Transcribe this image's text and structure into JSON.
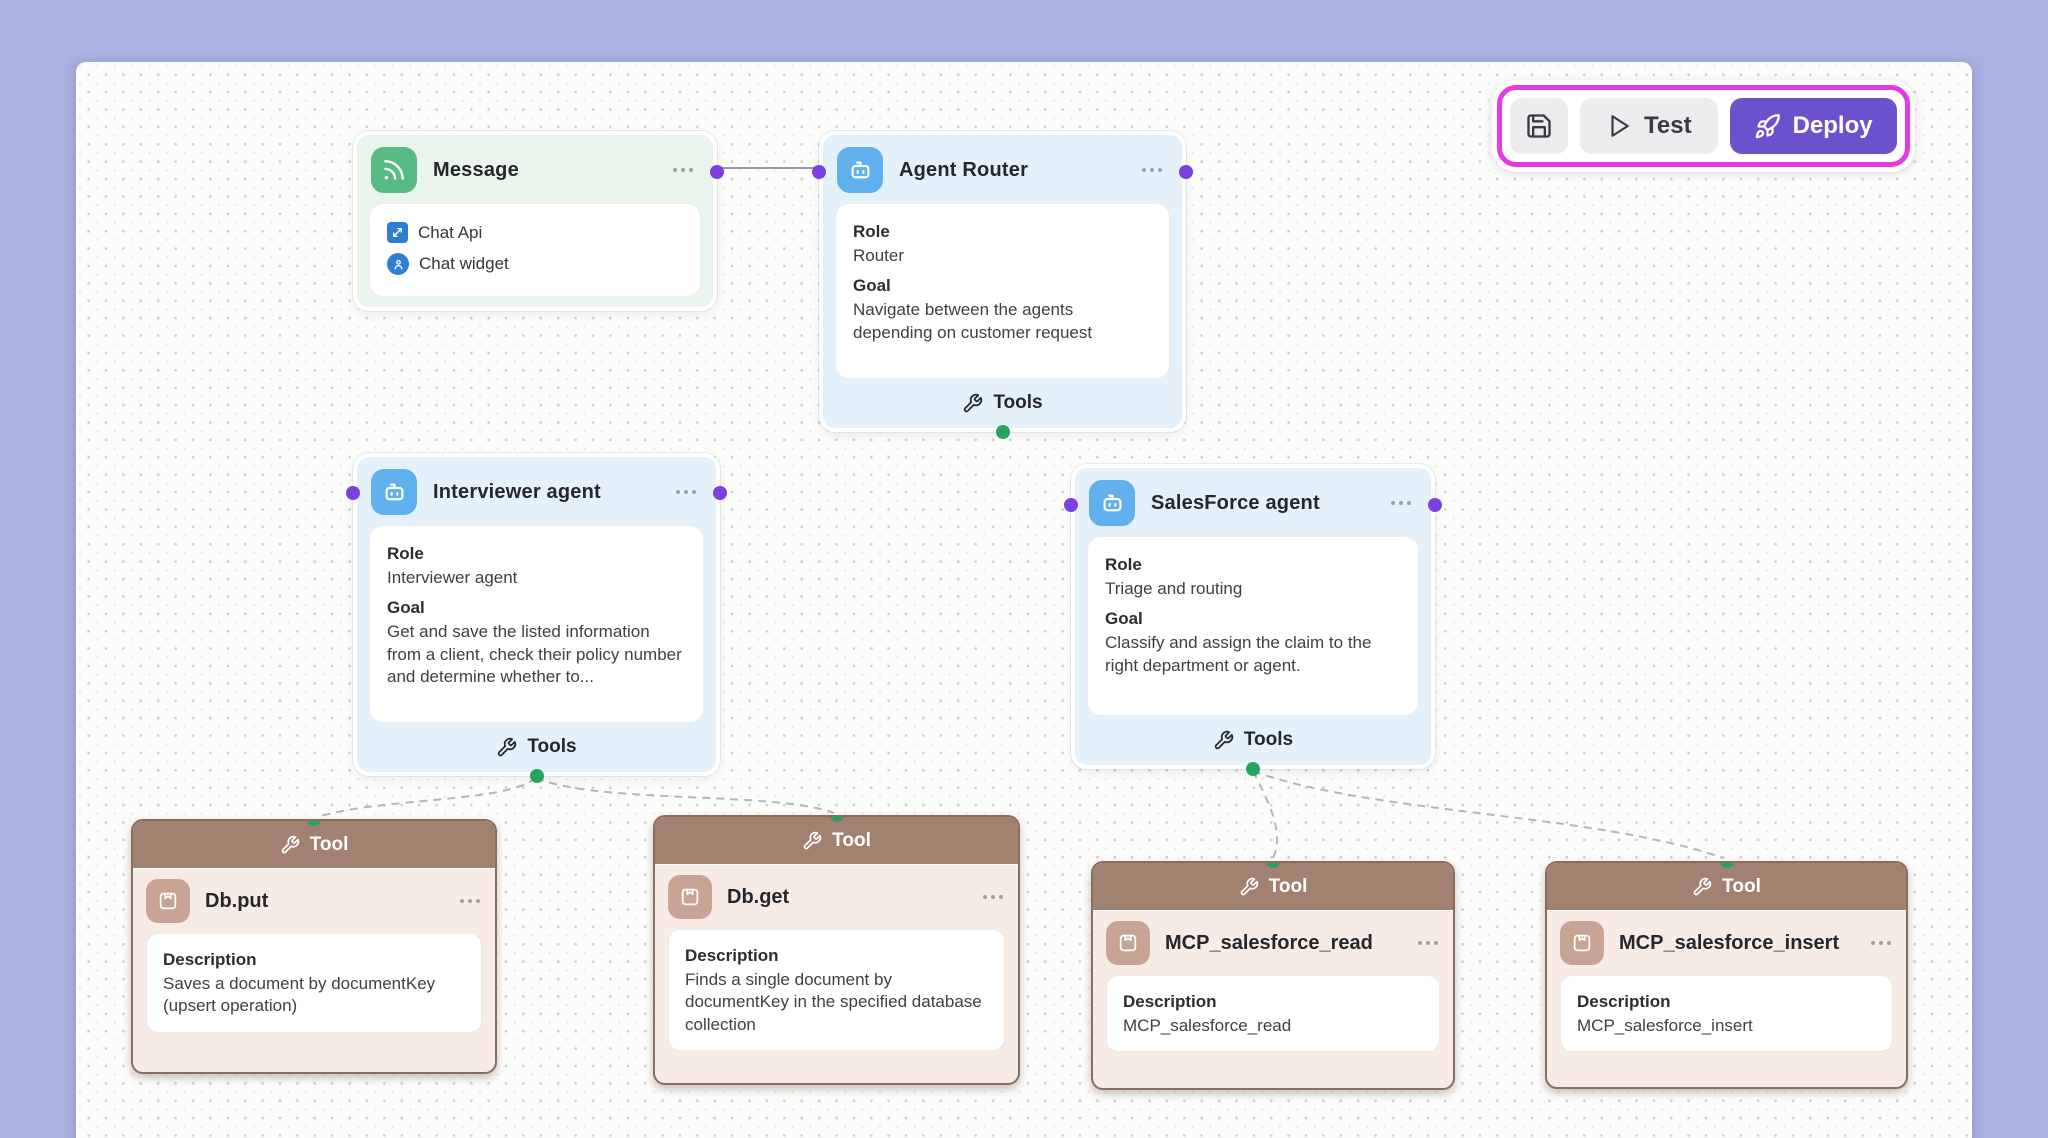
{
  "toolbar": {
    "test_label": "Test",
    "deploy_label": "Deploy"
  },
  "nodes": {
    "message": {
      "title": "Message",
      "channels": [
        {
          "label": "Chat Api"
        },
        {
          "label": "Chat widget"
        }
      ]
    },
    "agent_router": {
      "title": "Agent Router",
      "role_label": "Role",
      "role": "Router",
      "goal_label": "Goal",
      "goal": "Navigate between the agents depending on customer request",
      "tools_label": "Tools"
    },
    "interviewer": {
      "title": "Interviewer agent",
      "role_label": "Role",
      "role": "Interviewer agent",
      "goal_label": "Goal",
      "goal": "Get and save the listed information from a client, check their policy number and determine whether to...",
      "tools_label": "Tools"
    },
    "salesforce": {
      "title": "SalesForce agent",
      "role_label": "Role",
      "role": "Triage and routing",
      "goal_label": "Goal",
      "goal": "Classify and assign the claim to the right department or agent.",
      "tools_label": "Tools"
    }
  },
  "tools": [
    {
      "header": "Tool",
      "name": "Db.put",
      "description_label": "Description",
      "description": "Saves a document by documentKey (upsert operation)"
    },
    {
      "header": "Tool",
      "name": "Db.get",
      "description_label": "Description",
      "description": "Finds a single document by documentKey in the specified database collection"
    },
    {
      "header": "Tool",
      "name": "MCP_salesforce_read",
      "description_label": "Description",
      "description": "MCP_salesforce_read"
    },
    {
      "header": "Tool",
      "name": "MCP_salesforce_insert",
      "description_label": "Description",
      "description": "MCP_salesforce_insert"
    }
  ],
  "colors": {
    "page_background": "#acb3e3",
    "canvas_background": "#fcfcfb",
    "highlight_ring": "#e63ae1",
    "deploy_button": "#6c51cd",
    "message_accent": "#57bb83",
    "agent_accent": "#5fb0ec",
    "tool_header": "#a28171",
    "source_handle": "#7c3fe0",
    "tool_handle": "#27a35f"
  }
}
